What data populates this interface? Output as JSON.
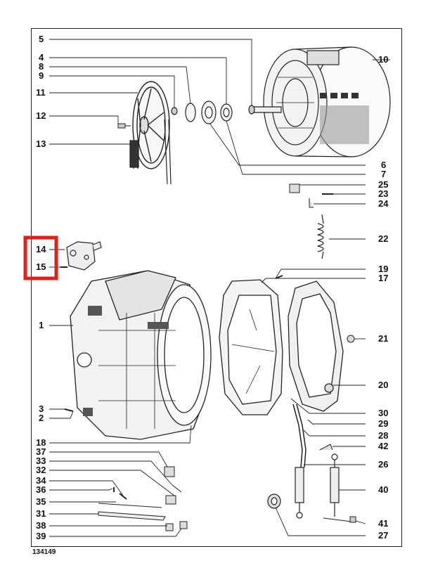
{
  "diagram": {
    "part_number": "134149",
    "highlight_color": "#e0201c",
    "highlighted_callouts": [
      "14",
      "15"
    ],
    "callouts_left": [
      "5",
      "4",
      "8",
      "9",
      "11",
      "12",
      "13",
      "14",
      "15",
      "1",
      "3",
      "2",
      "18",
      "37",
      "33",
      "32",
      "34",
      "36",
      "35",
      "31",
      "38",
      "39"
    ],
    "callouts_right": [
      "10",
      "6",
      "7",
      "25",
      "23",
      "24",
      "22",
      "19",
      "17",
      "21",
      "20",
      "30",
      "29",
      "28",
      "42",
      "26",
      "40",
      "41",
      "27"
    ],
    "parts": {
      "tub_drum": "drum-assembly",
      "pulley": "pulley-wheel",
      "belt": "drive-belt",
      "rear_tub": "rear-tub-half",
      "front_tub": "front-tub-half",
      "gasket": "tub-gasket",
      "shock_absorber": "shock-absorber",
      "spring": "suspension-spring"
    }
  }
}
